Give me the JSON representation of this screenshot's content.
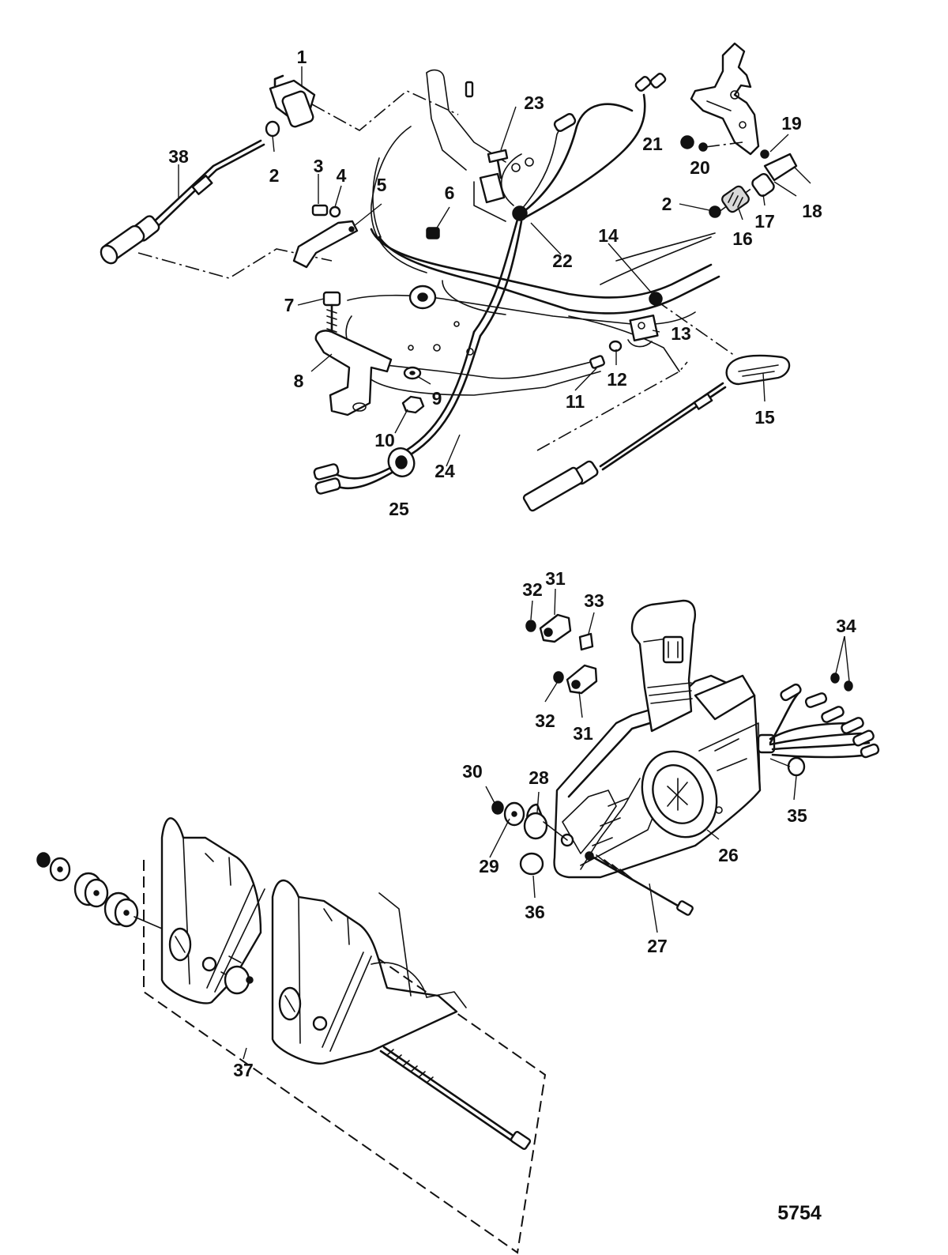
{
  "figure_number": "5754",
  "labels": [
    {
      "id": "1",
      "text": "1"
    },
    {
      "id": "2a",
      "text": "2"
    },
    {
      "id": "2b",
      "text": "2"
    },
    {
      "id": "3",
      "text": "3"
    },
    {
      "id": "4",
      "text": "4"
    },
    {
      "id": "5",
      "text": "5"
    },
    {
      "id": "6",
      "text": "6"
    },
    {
      "id": "7",
      "text": "7"
    },
    {
      "id": "8",
      "text": "8"
    },
    {
      "id": "9",
      "text": "9"
    },
    {
      "id": "10",
      "text": "10"
    },
    {
      "id": "11",
      "text": "11"
    },
    {
      "id": "12",
      "text": "12"
    },
    {
      "id": "13",
      "text": "13"
    },
    {
      "id": "14",
      "text": "14"
    },
    {
      "id": "15",
      "text": "15"
    },
    {
      "id": "16",
      "text": "16"
    },
    {
      "id": "17",
      "text": "17"
    },
    {
      "id": "18",
      "text": "18"
    },
    {
      "id": "19",
      "text": "19"
    },
    {
      "id": "20",
      "text": "20"
    },
    {
      "id": "21",
      "text": "21"
    },
    {
      "id": "22",
      "text": "22"
    },
    {
      "id": "23",
      "text": "23"
    },
    {
      "id": "24",
      "text": "24"
    },
    {
      "id": "25",
      "text": "25"
    },
    {
      "id": "26",
      "text": "26"
    },
    {
      "id": "27",
      "text": "27"
    },
    {
      "id": "28",
      "text": "28"
    },
    {
      "id": "29",
      "text": "29"
    },
    {
      "id": "30",
      "text": "30"
    },
    {
      "id": "31a",
      "text": "31"
    },
    {
      "id": "31b",
      "text": "31"
    },
    {
      "id": "32a",
      "text": "32"
    },
    {
      "id": "32b",
      "text": "32"
    },
    {
      "id": "33",
      "text": "33"
    },
    {
      "id": "34",
      "text": "34"
    },
    {
      "id": "35",
      "text": "35"
    },
    {
      "id": "36",
      "text": "36"
    },
    {
      "id": "37",
      "text": "37"
    },
    {
      "id": "38",
      "text": "38"
    }
  ]
}
